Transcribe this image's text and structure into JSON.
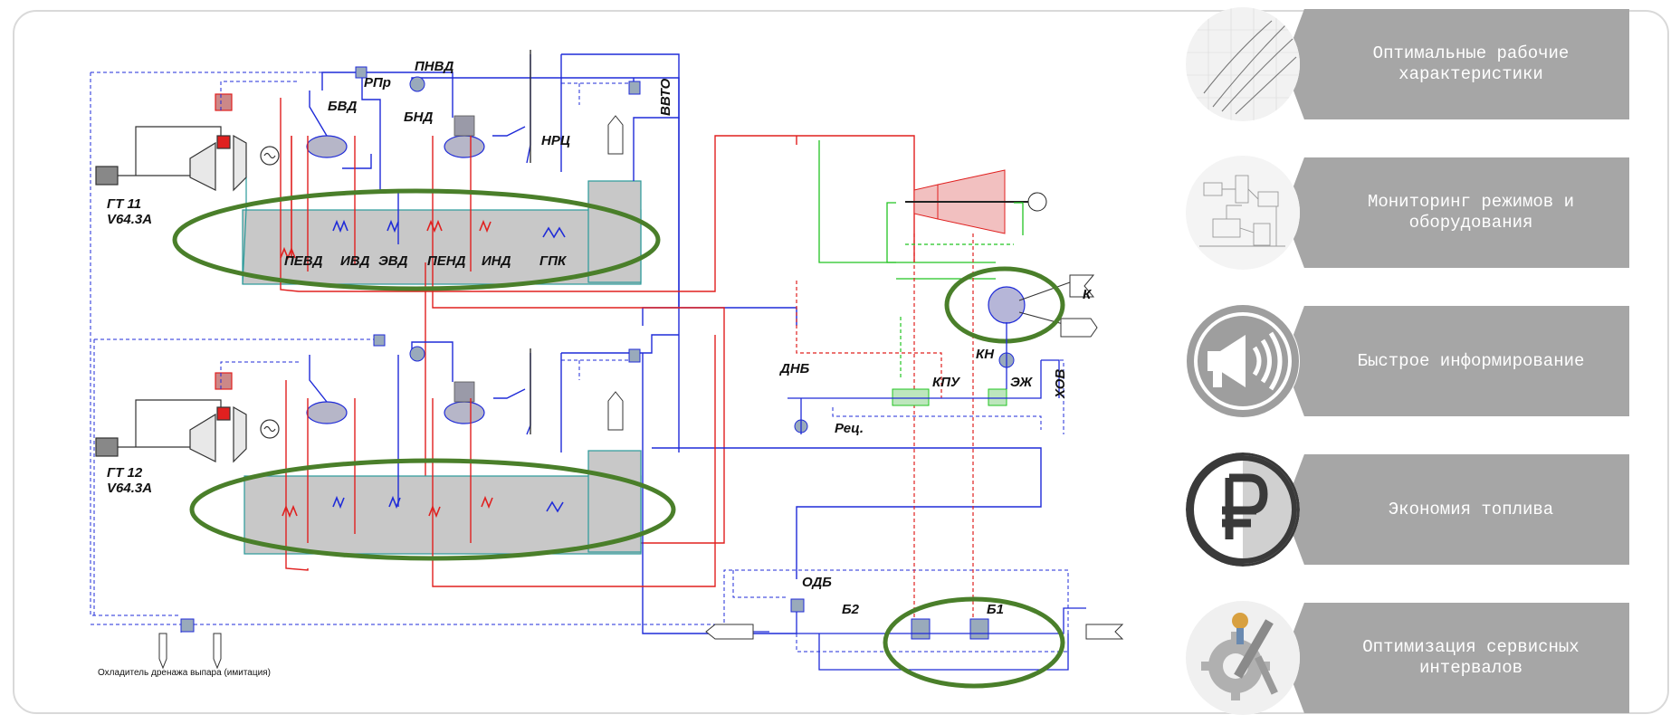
{
  "scheme": {
    "gt1_name": "ГТ 11",
    "gt1_model": "V64.3A",
    "gt2_name": "ГТ 12",
    "gt2_model": "V64.3A",
    "rpr": "РПр",
    "pnvd": "ПНВД",
    "bvd": "БВД",
    "bnd": "БНД",
    "nrc": "НРЦ",
    "vvto": "ВВТО",
    "pevd": "ПЕВД",
    "ivd": "ИВД",
    "evd": "ЭВД",
    "pend": "ПЕНД",
    "ind": "ИНД",
    "gpk": "ГПК",
    "dnb": "ДНБ",
    "rec": "Рец.",
    "kpu": "КПУ",
    "kn": "КН",
    "ezh": "ЭЖ",
    "hov": "ХОВ",
    "k": "К",
    "odb": "ОДБ",
    "b2": "Б2",
    "b1": "Б1",
    "cooler": "Охладитель дренажа выпара (имитация)",
    "colors": {
      "water_line": "#1f2bd8",
      "steam_line": "#e0201f",
      "condensate_line": "#22c422",
      "boiler_fill": "#c8c8c8",
      "highlight_ellipse": "#4a7f2a"
    }
  },
  "benefits": [
    {
      "label": "Оптимальные рабочие характеристики",
      "icon": "performance-curves-icon"
    },
    {
      "label": "Мониторинг режимов и оборудования",
      "icon": "monitoring-scheme-icon"
    },
    {
      "label": "Быстрое информирование",
      "icon": "megaphone-icon"
    },
    {
      "label": "Экономия топлива",
      "icon": "ruble-icon"
    },
    {
      "label": "Оптимизация сервисных интервалов",
      "icon": "service-tools-icon"
    }
  ],
  "colors": {
    "banner": "#a6a6a6",
    "frame_border": "#d9d9d9",
    "icon_dark": "#3a3a3a"
  }
}
